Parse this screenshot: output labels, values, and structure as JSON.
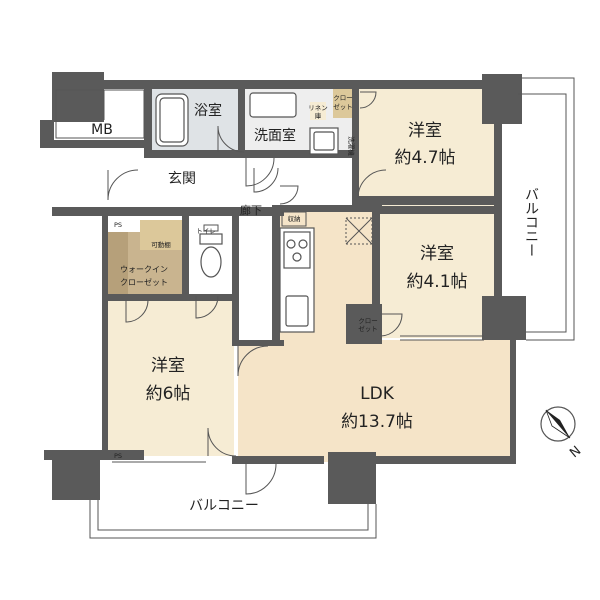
{
  "rooms": {
    "bath": "浴室",
    "washroom": "洗面室",
    "entrance": "玄関",
    "hallway": "廊下",
    "western_room_1": {
      "name": "洋室",
      "size": "約4.7帖"
    },
    "western_room_2": {
      "name": "洋室",
      "size": "約4.1帖"
    },
    "western_room_3": {
      "name": "洋室",
      "size": "約6帖"
    },
    "ldk": {
      "name": "LDK",
      "size": "約13.7帖"
    },
    "walk_in_closet": [
      "ウォークイン",
      "クローゼット"
    ],
    "toilet": "トイレ",
    "movable_shelf": "可動棚",
    "storage": "収納"
  },
  "small_labels": {
    "mb": "MB",
    "ps_top": "PS",
    "ps_bottom": "PS",
    "closet_top": [
      "クロー",
      "ゼット"
    ],
    "closet_mid": [
      "クロー",
      "ゼット"
    ],
    "linen": [
      "リネン",
      "庫"
    ],
    "washing_machine": "洗濯機"
  },
  "balconies": {
    "east": "バルコニー",
    "south": "バルコニー"
  },
  "compass": {
    "label": "N"
  },
  "colors": {
    "ldk_floor": "#f5e4c8",
    "bedroom_floor": "#f6ecd4",
    "wet_floor": "#dfe3e6",
    "closet_floor": "#c9b48f",
    "wall": "#5a5a5a",
    "closet_accent": "#dcc89a"
  }
}
